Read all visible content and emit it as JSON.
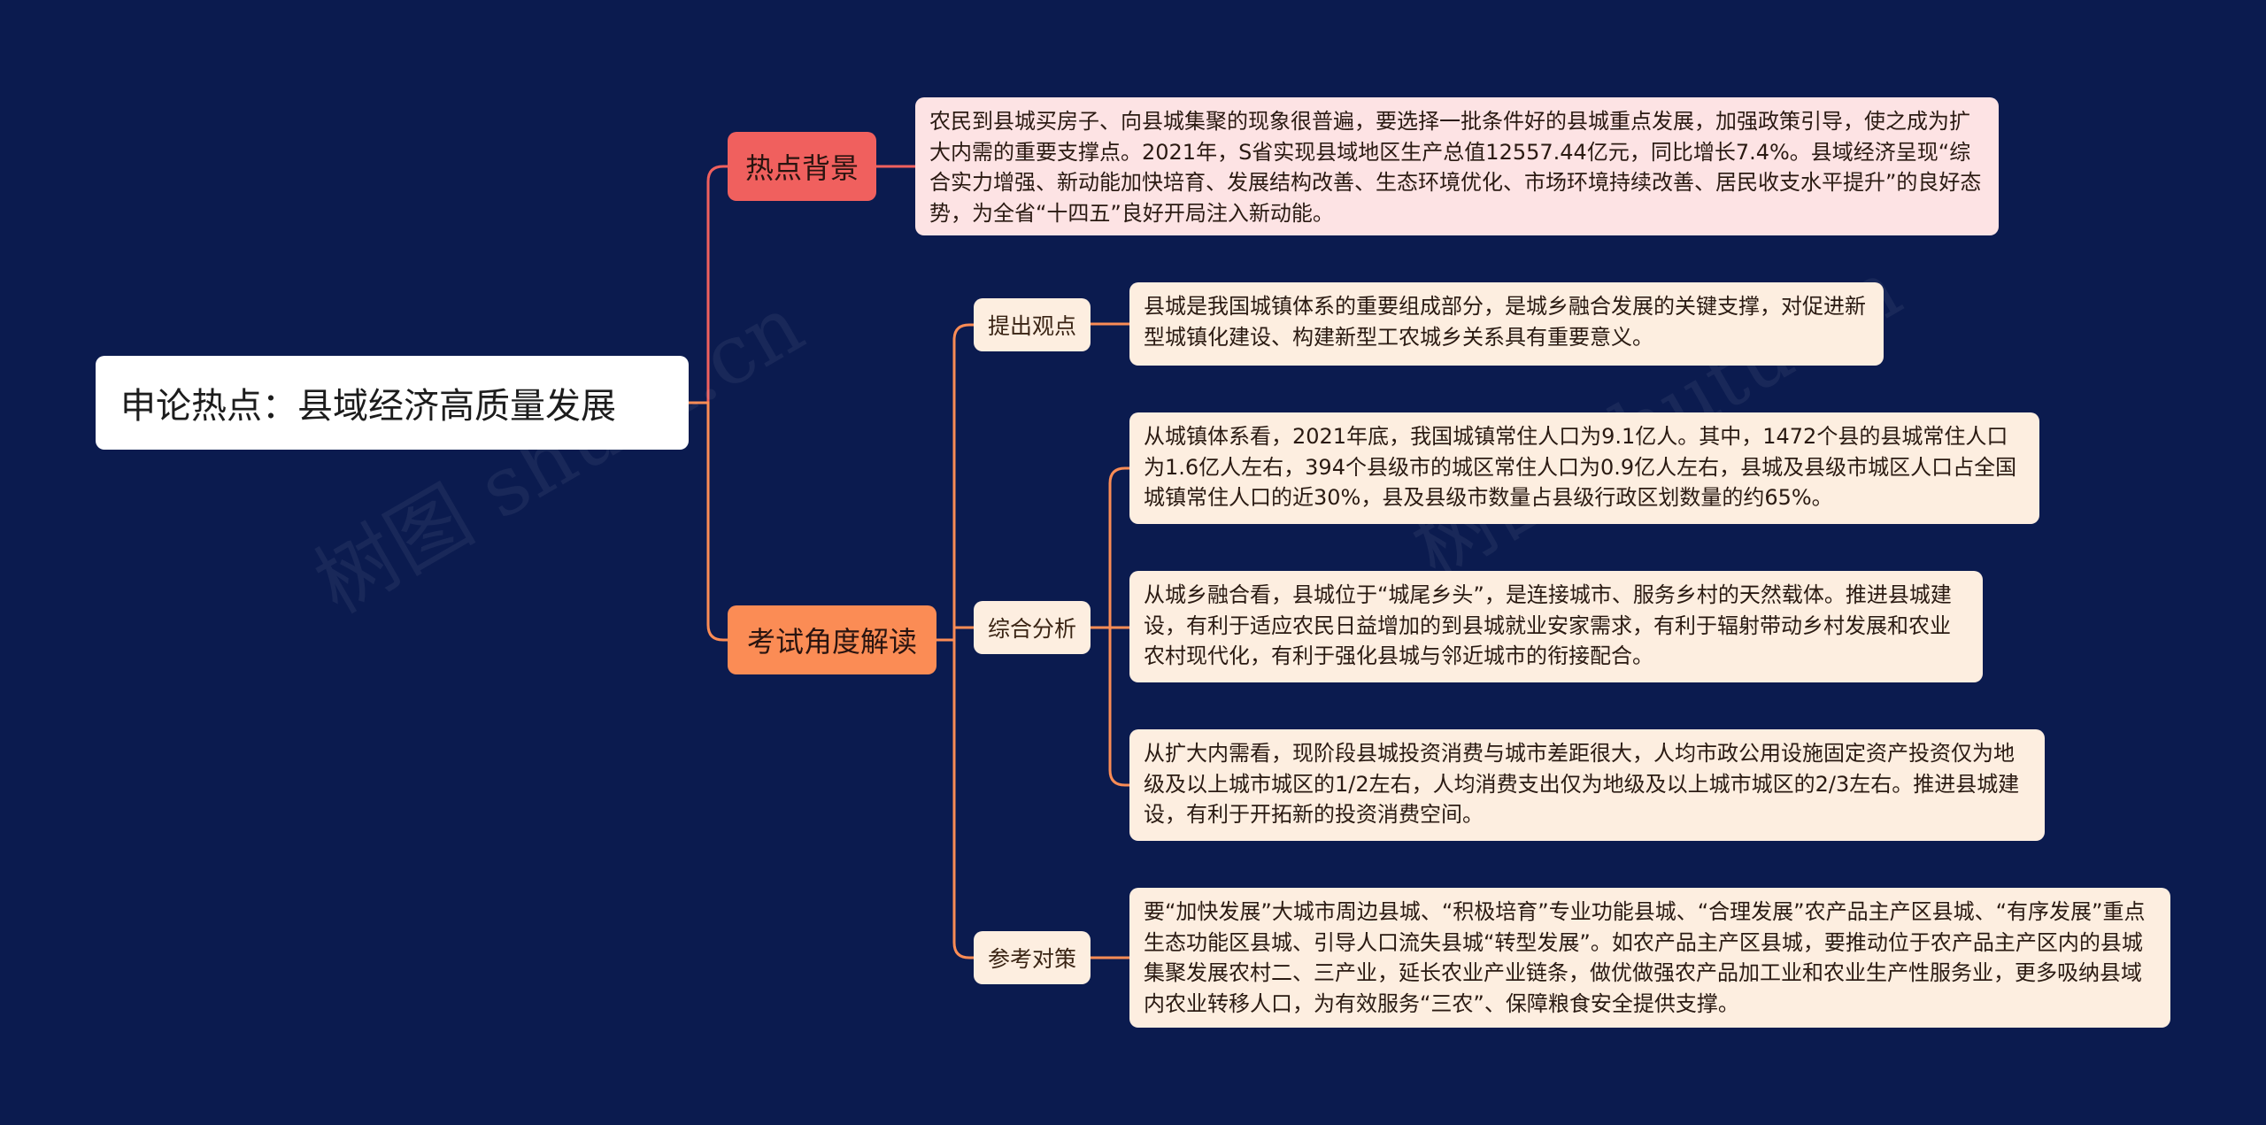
{
  "root": {
    "label": "申论热点：县域经济高质量发展"
  },
  "background": {
    "label": "热点背景",
    "text": "农民到县城买房子、向县城集聚的现象很普遍，要选择一批条件好的县城重点发展，加强政策引导，使之成为扩大内需的重要支撑点。2021年，S省实现县域地区生产总值12557.44亿元，同比增长7.4%。县域经济呈现“综合实力增强、新动能加快培育、发展结构改善、生态环境优化、市场环境持续改善、居民收支水平提升”的良好态势，为全省“十四五”良好开局注入新动能。"
  },
  "exam": {
    "label": "考试角度解读",
    "viewpoint": {
      "label": "提出观点",
      "text": "县城是我国城镇体系的重要组成部分，是城乡融合发展的关键支撑，对促进新型城镇化建设、构建新型工农城乡关系具有重要意义。"
    },
    "analysis": {
      "label": "综合分析",
      "items": [
        "从城镇体系看，2021年底，我国城镇常住人口为9.1亿人。其中，1472个县的县城常住人口为1.6亿人左右，394个县级市的城区常住人口为0.9亿人左右，县城及县级市城区人口占全国城镇常住人口的近30%，县及县级市数量占县级行政区划数量的约65%。",
        "从城乡融合看，县城位于“城尾乡头”，是连接城市、服务乡村的天然载体。推进县城建设，有利于适应农民日益增加的到县城就业安家需求，有利于辐射带动乡村发展和农业农村现代化，有利于强化县城与邻近城市的衔接配合。",
        "从扩大内需看，现阶段县城投资消费与城市差距很大，人均市政公用设施固定资产投资仅为地级及以上城市城区的1/2左右，人均消费支出仅为地级及以上城市城区的2/3左右。推进县城建设，有利于开拓新的投资消费空间。"
      ]
    },
    "countermeasure": {
      "label": "参考对策",
      "text": "要“加快发展”大城市周边县城、“积极培育”专业功能县城、“合理发展”农产品主产区县城、“有序发展”重点生态功能区县城、引导人口流失县城“转型发展”。如农产品主产区县城，要推动位于农产品主产区内的县城集聚发展农村二、三产业，延长农业产业链条，做优做强农产品加工业和农业生产性服务业，更多吸纳县域内农业转移人口，为有效服务“三农”、保障粮食安全提供支撑。"
    }
  },
  "watermark": [
    "树图 shutu.cn",
    "树图 shutu.cn"
  ],
  "colors": {
    "canvas": "#0b1b4f",
    "background_branch": "#f0605e",
    "exam_branch": "#fb8c55",
    "leaf_pink": "#fde3e4",
    "leaf_cream": "#fdeee0"
  }
}
